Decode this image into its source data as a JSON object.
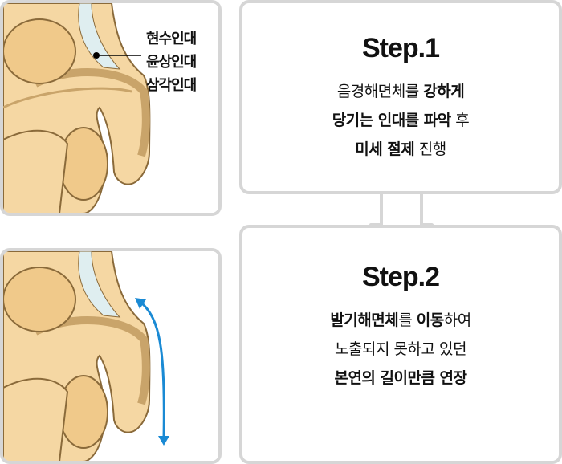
{
  "panel1": {
    "labels": [
      "현수인대",
      "윤상인대",
      "삼각인대"
    ]
  },
  "step1": {
    "title": "Step.1",
    "lines": [
      [
        {
          "t": "음경해면체를 ",
          "b": false
        },
        {
          "t": "강하게",
          "b": true
        }
      ],
      [
        {
          "t": "당기는 인대를 파악",
          "b": true
        },
        {
          "t": " 후",
          "b": false
        }
      ],
      [
        {
          "t": "미세 절제",
          "b": true
        },
        {
          "t": " 진행",
          "b": false
        }
      ]
    ]
  },
  "step2": {
    "title": "Step.2",
    "lines": [
      [
        {
          "t": "발기해면체",
          "b": true
        },
        {
          "t": "를 ",
          "b": false
        },
        {
          "t": "이동",
          "b": true
        },
        {
          "t": "하여",
          "b": false
        }
      ],
      [
        {
          "t": "노출되지 못하고 있던",
          "b": false
        }
      ],
      [
        {
          "t": "본연의 길이만큼 연장",
          "b": true
        }
      ]
    ]
  },
  "colors": {
    "border": "#d6d6d6",
    "skin": "#f5d7a3",
    "outline": "#8a6a3a",
    "arrow": "#1a8ad4"
  }
}
